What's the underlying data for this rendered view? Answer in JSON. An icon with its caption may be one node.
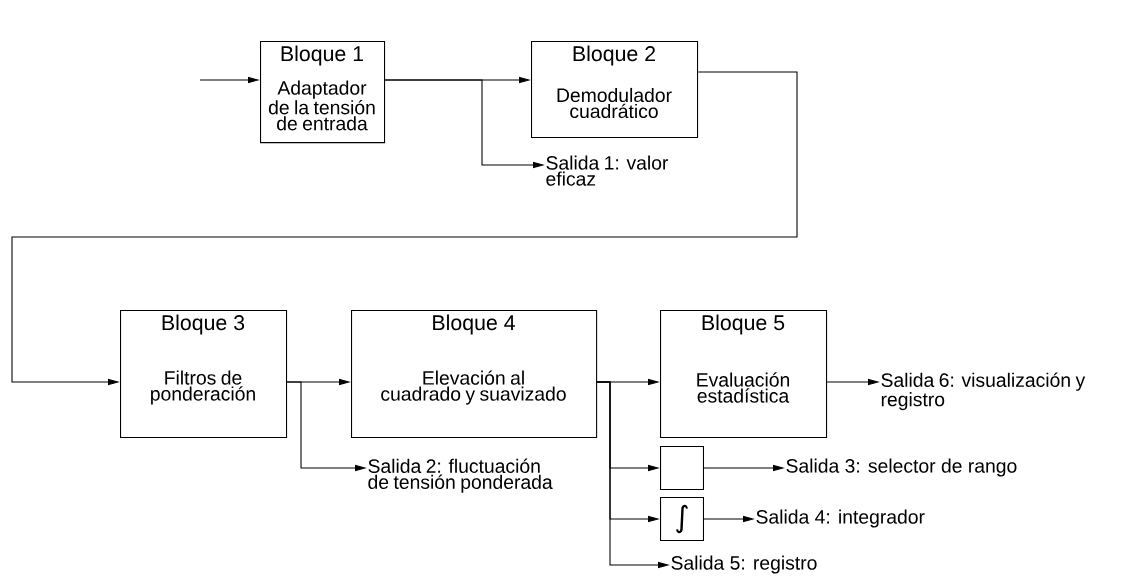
{
  "diagram": {
    "nodes": [
      {
        "text": [
          "Bloque 1",
          "Adaptador de la tensión de entrada"
        ]
      },
      {
        "text": [
          "Bloque 2",
          "Demodulador cuadrático"
        ]
      },
      {
        "text": [
          "Bloque 3",
          "Filtros de ponderación"
        ]
      },
      {
        "text": [
          "Bloque 4",
          "Elevación al cuadrado y suavizado"
        ]
      },
      {
        "text": [
          "Bloque 5",
          "Evaluación estadística"
        ]
      },
      {
        "text": [
          "Salida 1: valor eficaz"
        ]
      },
      {
        "text": [
          "Salida 2: fluctuación de tensión ponderada"
        ]
      },
      {
        "text": [
          "Salida 6: visualización y registro"
        ]
      },
      {
        "text": [],
        "shape": "box"
      },
      {
        "text": [
          "∫"
        ]
      },
      {
        "text": [
          "Salida 3: selector de rango"
        ]
      },
      {
        "text": [
          "Salida 4: integrador"
        ]
      },
      {
        "text": [
          "Salida 5: registro"
        ]
      }
    ],
    "edges": [
      {
        "from": null,
        "to": 0,
        "arrow": "to"
      },
      {
        "from": 0,
        "to": 1,
        "arrow": "to"
      },
      {
        "from": 1,
        "to": 2,
        "arrow": "to"
      },
      {
        "from": 2,
        "to": 3,
        "arrow": "to"
      },
      {
        "from": 3,
        "to": 4,
        "arrow": "to"
      },
      {
        "from": 0,
        "to": 5,
        "arrow": "to"
      },
      {
        "from": 2,
        "to": 6,
        "arrow": "to"
      },
      {
        "from": 4,
        "to": 7,
        "arrow": "to"
      },
      {
        "from": 3,
        "to": 8,
        "arrow": "to"
      },
      {
        "from": 3,
        "to": 9,
        "arrow": "to"
      },
      {
        "from": 3,
        "to": 12,
        "arrow": "to"
      },
      {
        "from": 8,
        "to": 10,
        "arrow": "to"
      },
      {
        "from": 9,
        "to": 11,
        "arrow": "to"
      }
    ]
  }
}
